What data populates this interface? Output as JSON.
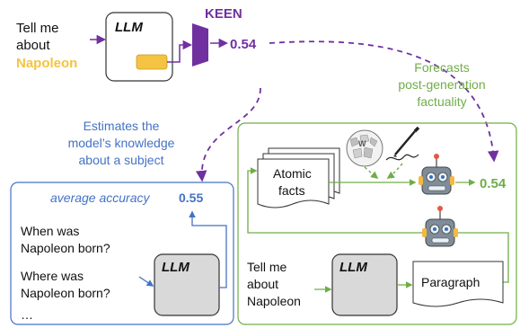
{
  "top": {
    "prompt_lines": [
      "Tell me",
      "about"
    ],
    "subject": "Napoleon",
    "llm_label": "LLM",
    "keen_label": "KEEN",
    "keen_score": "0.54"
  },
  "left_note": {
    "lines": [
      "Estimates the",
      "model’s knowledge",
      "about a subject"
    ]
  },
  "right_note": {
    "lines": [
      "Forecasts",
      "post-generation",
      "factuality"
    ]
  },
  "left_panel": {
    "metric_label": "average accuracy",
    "metric_value": "0.55",
    "question_1": [
      "When was",
      "Napoleon born?"
    ],
    "question_2": [
      "Where was",
      "Napoleon born?"
    ],
    "ellipsis": "…",
    "llm_label": "LLM"
  },
  "right_panel": {
    "atomic_facts": [
      "Atomic",
      "facts"
    ],
    "score": "0.54",
    "prompt_lines": [
      "Tell me",
      "about",
      "Napoleon"
    ],
    "llm_label": "LLM",
    "paragraph_label": "Paragraph"
  },
  "colors": {
    "purple": "#7030a0",
    "blue": "#4472c4",
    "green": "#70ad47",
    "orange": "#f5c342",
    "gray_fill": "#d9d9d9"
  }
}
